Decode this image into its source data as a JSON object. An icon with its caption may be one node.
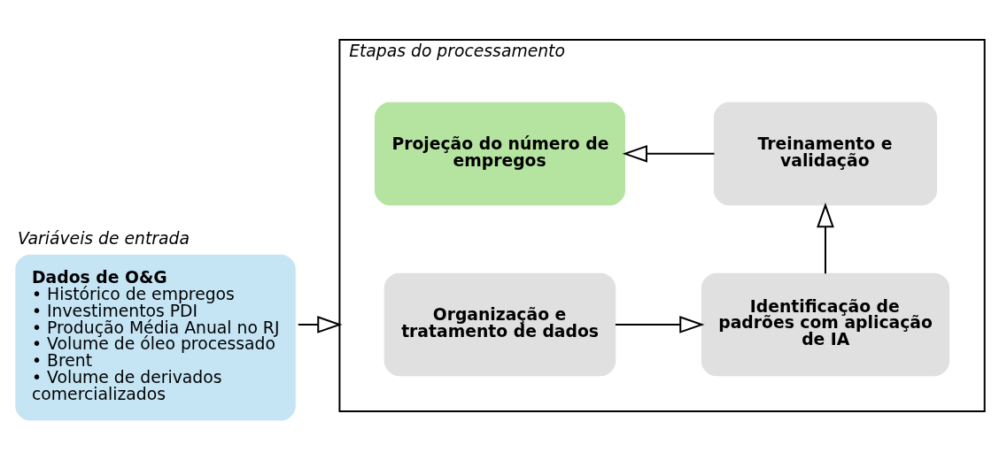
{
  "diagram": {
    "nodes": [
      {
        "text": [
          "Variáveis de entrada",
          "Dados de O&G",
          "• Histórico de empregos",
          "• Investimentos PDI",
          "• Produção Média Anual no RJ",
          "• Volume de óleo processado",
          "• Brent",
          "• Volume de derivados comercializados"
        ]
      },
      {
        "text": [
          "Etapas do processamento"
        ]
      },
      {
        "text": [
          "Organização e tratamento de dados"
        ],
        "in": 1
      },
      {
        "text": [
          "Identificação de padrões com aplicação de IA"
        ],
        "in": 1
      },
      {
        "text": [
          "Projeção do número de empregos"
        ],
        "in": 1
      },
      {
        "text": [
          "Treinamento e validação"
        ],
        "in": 1
      }
    ],
    "edges": [
      {
        "from": 0,
        "to": 1,
        "arrow": "to"
      },
      {
        "from": 2,
        "to": 3,
        "arrow": "to"
      },
      {
        "from": 3,
        "to": 5,
        "arrow": "to"
      },
      {
        "from": 5,
        "to": 4,
        "arrow": "to"
      }
    ]
  }
}
